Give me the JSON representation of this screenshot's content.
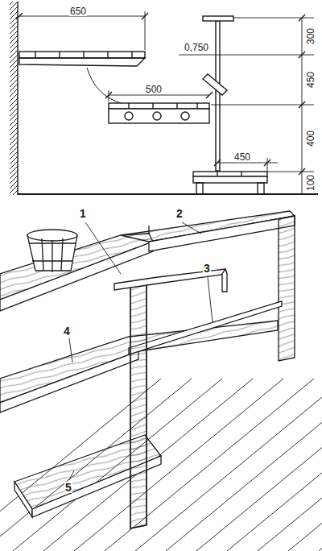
{
  "diagram": {
    "labels": [
      "650",
      "300",
      "0,750",
      "500",
      "450",
      "400",
      "450",
      "100",
      "1",
      "2",
      "3",
      "4",
      "5"
    ]
  }
}
